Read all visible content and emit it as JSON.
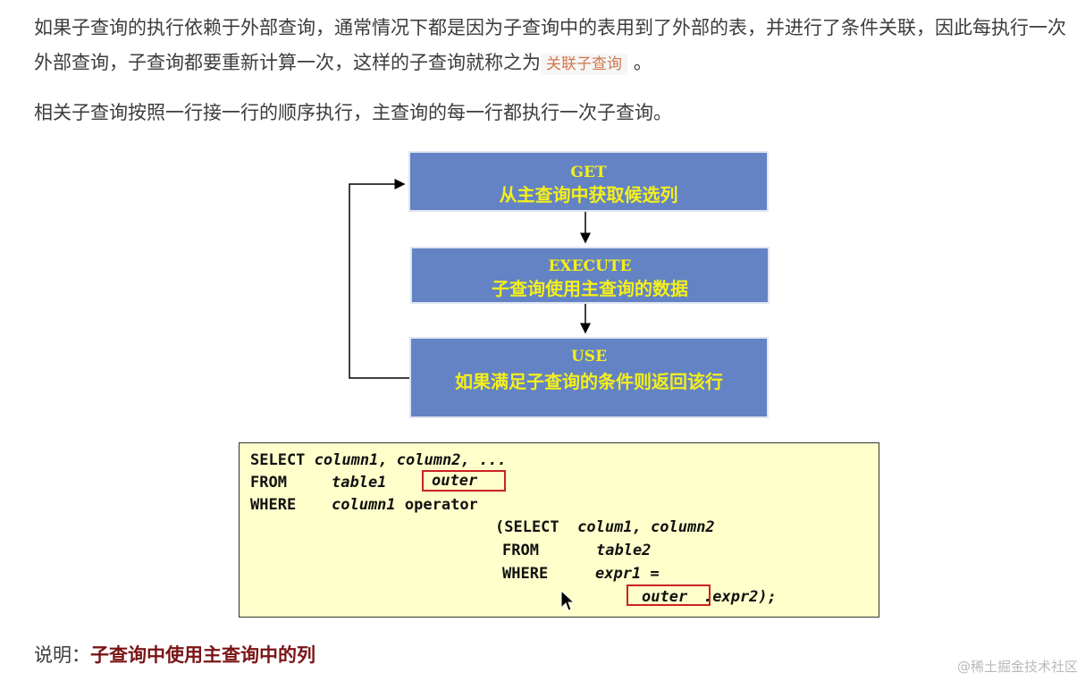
{
  "intro": {
    "text": "如果子查询的执行依赖于外部查询，通常情况下都是因为子查询中的表用到了外部的表，并进行了条件关联，因此每执行一次外部查询，子查询都要重新计算一次，这样的子查询就称之为",
    "term": "关联子查询",
    "end": "。"
  },
  "line2": "相关子查询按照一行接一行的顺序执行，主查询的每一行都执行一次子查询。",
  "flow": {
    "get_kw": "GET",
    "get_desc": "从主查询中获取候选列",
    "exec_kw": "EXECUTE",
    "exec_desc": "子查询使用主查询的数据",
    "use_kw": "USE",
    "use_desc": "如果满足子查询的条件则返回该行"
  },
  "code": {
    "l1_kw": "SELECT",
    "l1_rest": "column1, column2, ...",
    "l2_kw": "FROM",
    "l2_table": "table1",
    "l2_alias": "outer",
    "l3_kw": "WHERE",
    "l3_col": "column1",
    "l3_op": "operator",
    "l4_kw": "(SELECT",
    "l4_rest": "colum1, column2",
    "l5_kw": "FROM",
    "l5_table": "table2",
    "l6_kw": "WHERE",
    "l6_expr": "expr1 =",
    "l7_alias": "outer",
    "l7_rest": ".expr2);"
  },
  "note": {
    "label": "说明：",
    "emphasis": "子查询中使用主查询中的列"
  },
  "watermark": "@稀土掘金技术社区",
  "colors": {
    "box_fill": "#6383c4",
    "box_text": "#f5ef19",
    "code_bg": "#ffffcc",
    "alias_highlight": "#cc2222",
    "note_emphasis": "#7a1416"
  }
}
